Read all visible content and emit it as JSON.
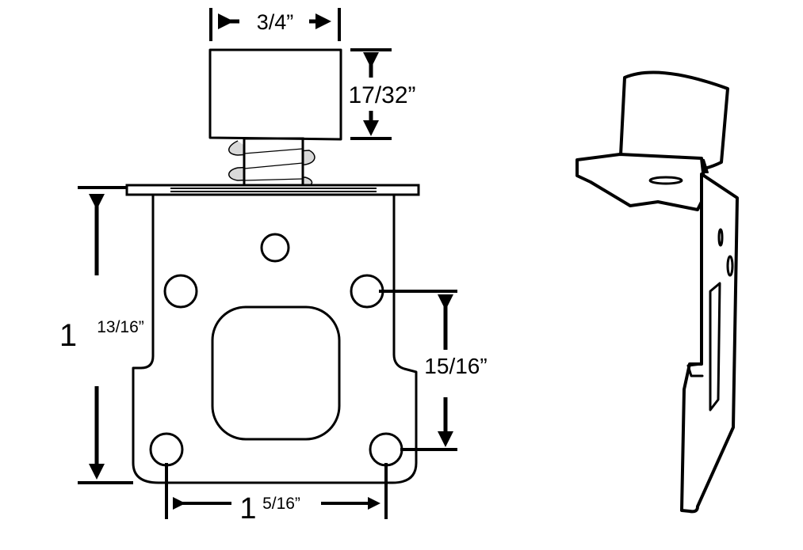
{
  "dimensions": {
    "cap_width": "3/4”",
    "cap_height": "17/32”",
    "plate_height_whole": "1",
    "plate_height_fraction": "13/16”",
    "hole_vertical_spacing": "15/16”",
    "hole_horizontal_spacing_whole": "1",
    "hole_horizontal_spacing_fraction": "5/16”"
  },
  "colors": {
    "line": "#000000",
    "spring": "#d9d9d9",
    "background": "#ffffff"
  }
}
